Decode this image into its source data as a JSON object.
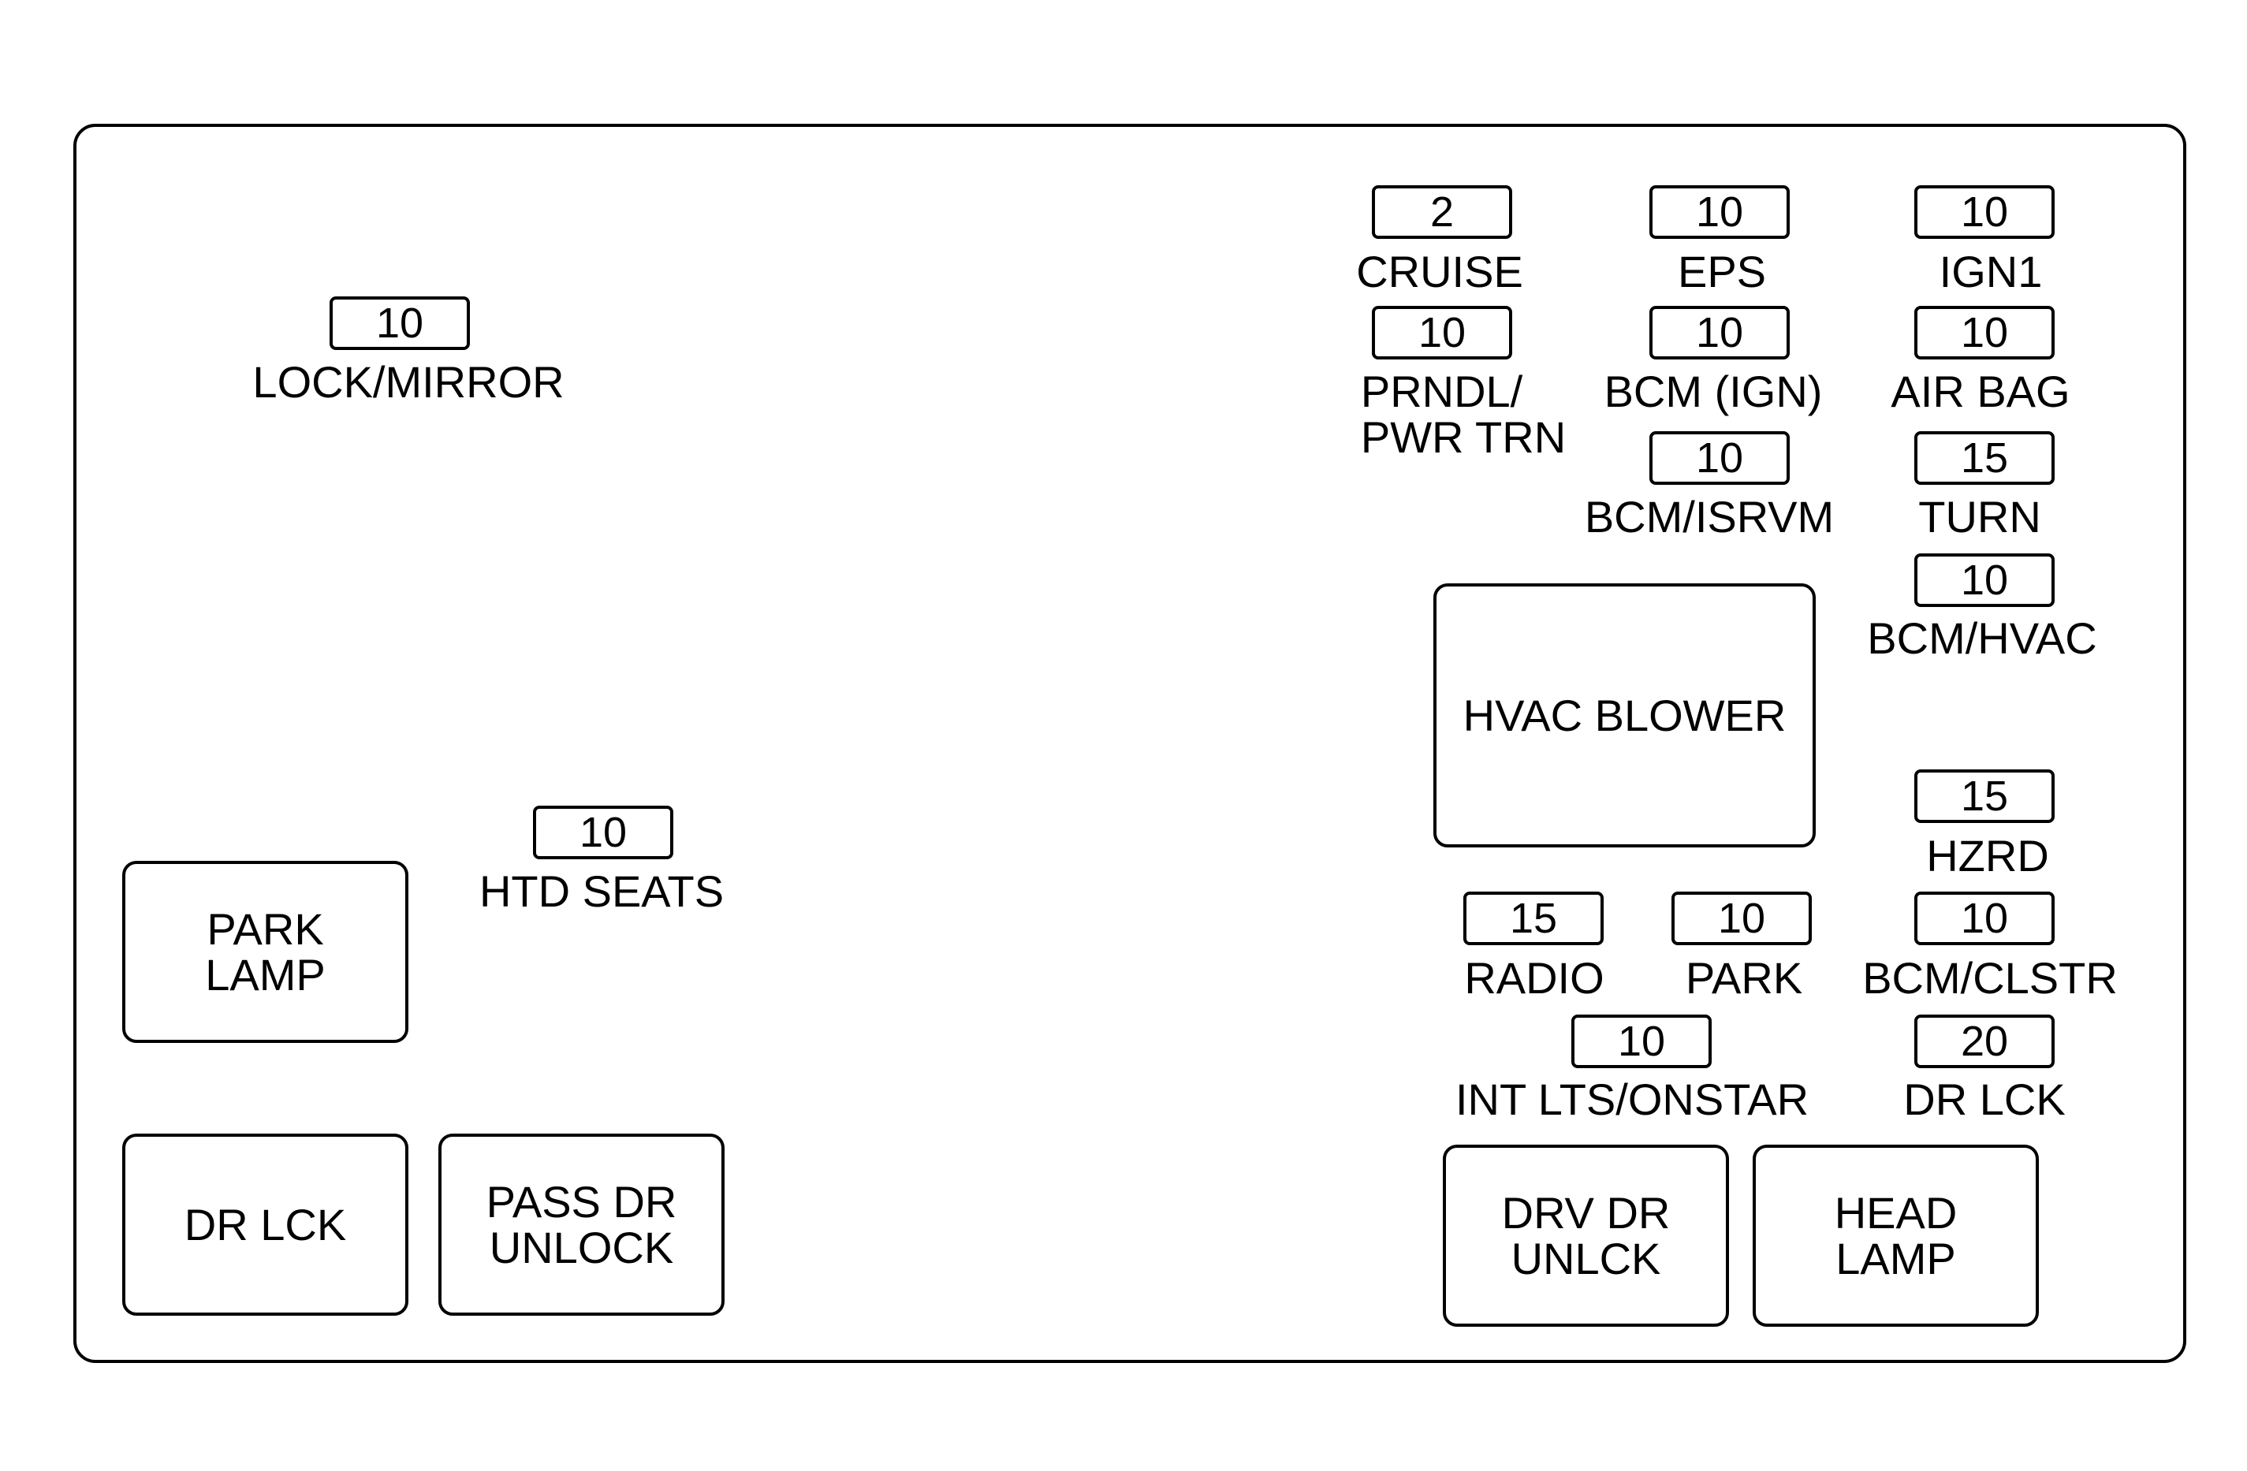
{
  "fuses": {
    "lock_mirror": {
      "rating": "10",
      "label": "LOCK/MIRROR"
    },
    "htd_seats": {
      "rating": "10",
      "label": "HTD SEATS"
    },
    "cruise": {
      "rating": "2",
      "label": "CRUISE"
    },
    "eps": {
      "rating": "10",
      "label": "EPS"
    },
    "ign1": {
      "rating": "10",
      "label": "IGN1"
    },
    "prndl": {
      "rating": "10",
      "label": "PRNDL/\nPWR TRN"
    },
    "bcm_ign": {
      "rating": "10",
      "label": "BCM (IGN)"
    },
    "air_bag": {
      "rating": "10",
      "label": "AIR BAG"
    },
    "bcm_isrvm": {
      "rating": "10",
      "label": "BCM/ISRVM"
    },
    "turn": {
      "rating": "15",
      "label": "TURN"
    },
    "bcm_hvac": {
      "rating": "10",
      "label": "BCM/HVAC"
    },
    "hzrd": {
      "rating": "15",
      "label": "HZRD"
    },
    "radio": {
      "rating": "15",
      "label": "RADIO"
    },
    "park": {
      "rating": "10",
      "label": "PARK"
    },
    "bcm_clstr": {
      "rating": "10",
      "label": "BCM/CLSTR"
    },
    "int_lts": {
      "rating": "10",
      "label": "INT LTS/ONSTAR"
    },
    "dr_lck_fuse": {
      "rating": "20",
      "label": "DR LCK"
    }
  },
  "relays": {
    "hvac_blower": "HVAC BLOWER",
    "park_lamp": "PARK\nLAMP",
    "dr_lck": "DR LCK",
    "pass_dr_unlock": "PASS DR\nUNLOCK",
    "drv_dr_unlck": "DRV DR\nUNLCK",
    "head_lamp": "HEAD\nLAMP"
  }
}
